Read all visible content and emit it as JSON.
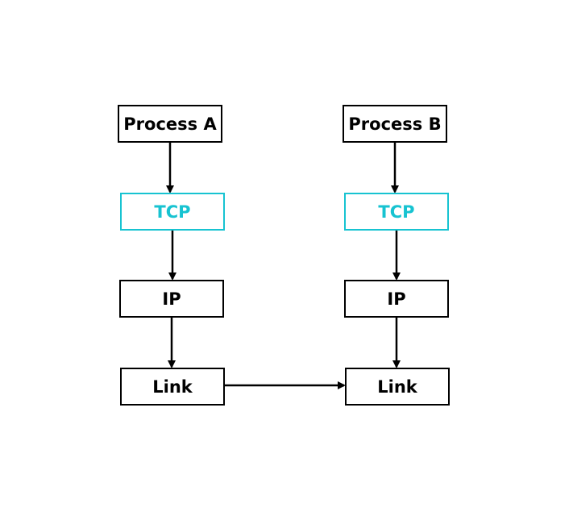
{
  "colors": {
    "tcp_accent": "#17c3d1",
    "box_border": "#000000",
    "arrow": "#000000",
    "background": "#ffffff"
  },
  "host_a": {
    "process_label": "Process A",
    "tcp_label": "TCP",
    "ip_label": "IP",
    "link_label": "Link"
  },
  "host_b": {
    "process_label": "Process B",
    "tcp_label": "TCP",
    "ip_label": "IP",
    "link_label": "Link"
  }
}
